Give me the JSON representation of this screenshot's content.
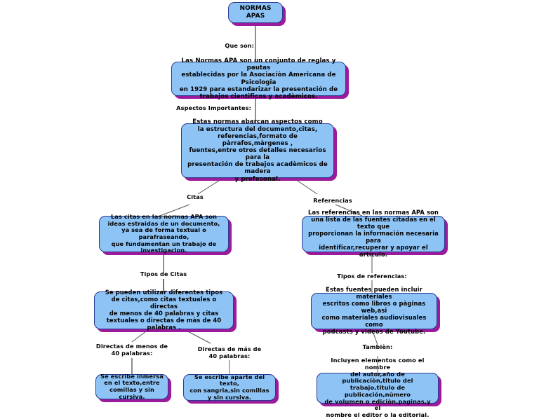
{
  "diagram": {
    "title": "NORMAS APAS",
    "background_color": "#ffffff",
    "node_fill_color": "#8ec3f5",
    "node_border_color": "#2b3a8f",
    "node_shadow_color": "#9c1a9c",
    "connector_color": "#444444",
    "text_color": "#000000"
  },
  "nodes": {
    "root": {
      "label": "NORMAS APAS"
    },
    "que_son": {
      "label": "Las Normas APA son un conjunto de reglas y pautas\nestablecidas por la Asociaciòn Americana de Psicologia\nen 1929 para estandarizar la presentación de\ntrabajos cientificos y acadèmicos."
    },
    "aspectos": {
      "label": "Estas normas abarcan aspectos como\nla estructura del documento,citas,\nreferencias,formato de pàrrafos,màrgenes ,\nfuentes,entre otros detalles necesarios para la\npresentación de trabajos acadèmicos de madera\ny profesonal."
    },
    "citas": {
      "label": "Las citas en las normas APA son\nideas estraidas de un documento,\nya sea de forma textual o parafraseando,\nque fundamentan un trabajo de\ninvestigacion."
    },
    "referencias": {
      "label": "Las referencias en las normas APA son\nuna lista de las fuentes citadas en el texto que\nproporcionan la información necesaria para\nidentificar,recuperar y apoyar el articulo."
    },
    "tipos_citas": {
      "label": "Se pueden utilizar diferentes tipos\nde citas,como citas textuales o directas\nde menos de 40 palabras y citas\ntextuales o directas de màs de 40 palabras ."
    },
    "tipos_referencias": {
      "label": "Estas fuentes pueden incluir materiales\nescritos como libros o pàginas web,asi\ncomo materiales audiovisuales como\npodcasts y videos de Youtube."
    },
    "menos_40": {
      "label": "Se escribe inmersa\nen el texto,entre\ncomillas y sin cursiva."
    },
    "mas_40": {
      "label": "Se escribe aparte del texto,\ncon sangria,sin comillas\ny sin cursiva."
    },
    "tambien": {
      "label": "Incluyen elementos como el nombre\ndel autor,año de publicaciòn,titulo del\ntrabajo,titulo de publicación,nùmero\nde volumen o ediciòn,paginas,y el\nnombre el editor o la editorial."
    }
  },
  "edge_labels": {
    "que_son": "Que son:",
    "aspectos_importantes": "Aspectos Importantes:",
    "citas": "Citas",
    "referencias": "Referencias",
    "tipos_de_citas": "Tipos de Citas",
    "tipos_de_referencias": "Tipos de referencias:",
    "directas_menos_40": "Directas de menos de\n40 palabras:",
    "directas_mas_40": "Directas de más de\n40 palabras:",
    "tambien": "Tambièn:"
  }
}
